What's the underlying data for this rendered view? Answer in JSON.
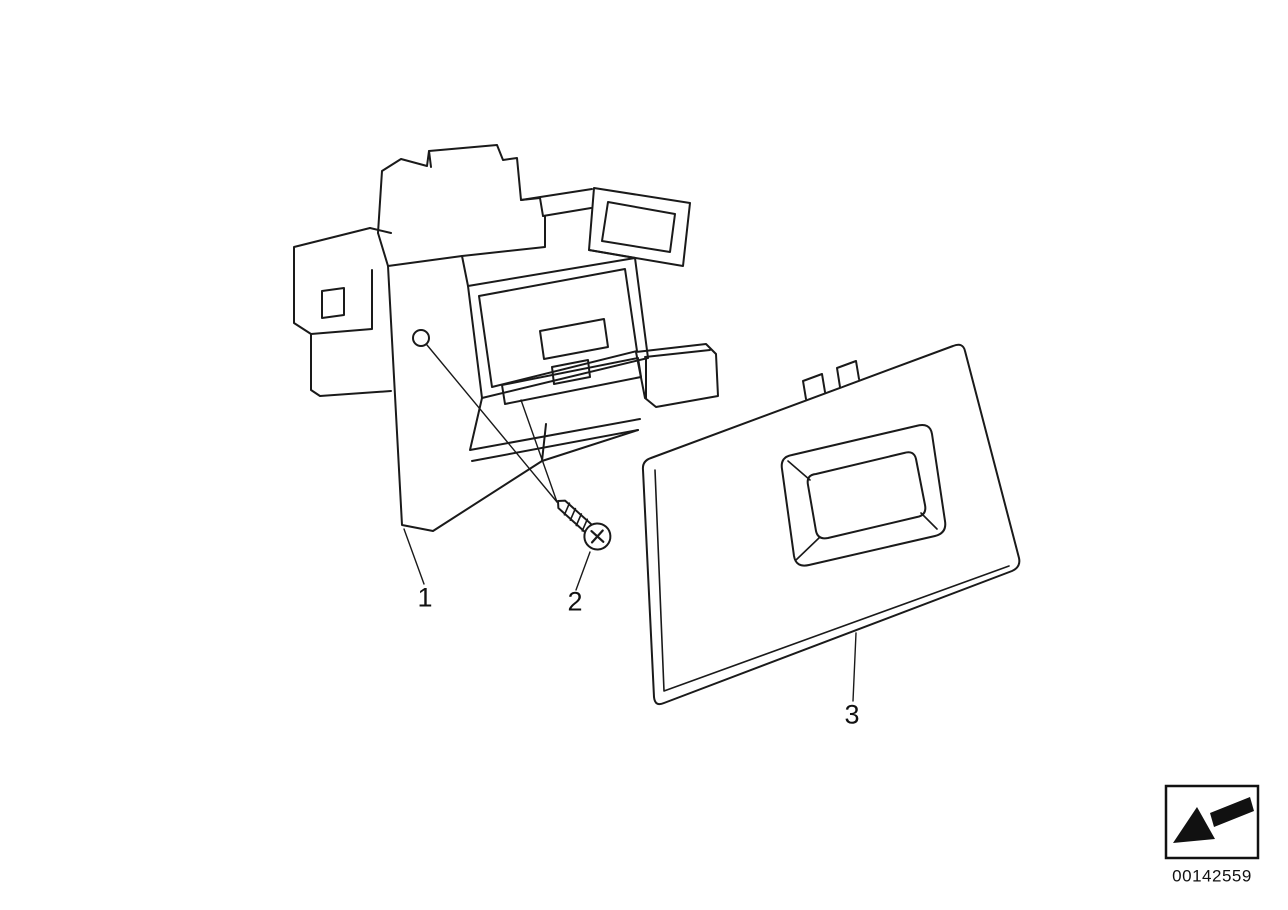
{
  "diagram": {
    "background_color": "#ffffff",
    "line_color": "#1a1a1a",
    "callouts": [
      {
        "label": "1"
      },
      {
        "label": "2"
      },
      {
        "label": "3"
      }
    ],
    "stamp": {
      "icon": "page-curl-arrow",
      "image_id": "00142559"
    }
  }
}
